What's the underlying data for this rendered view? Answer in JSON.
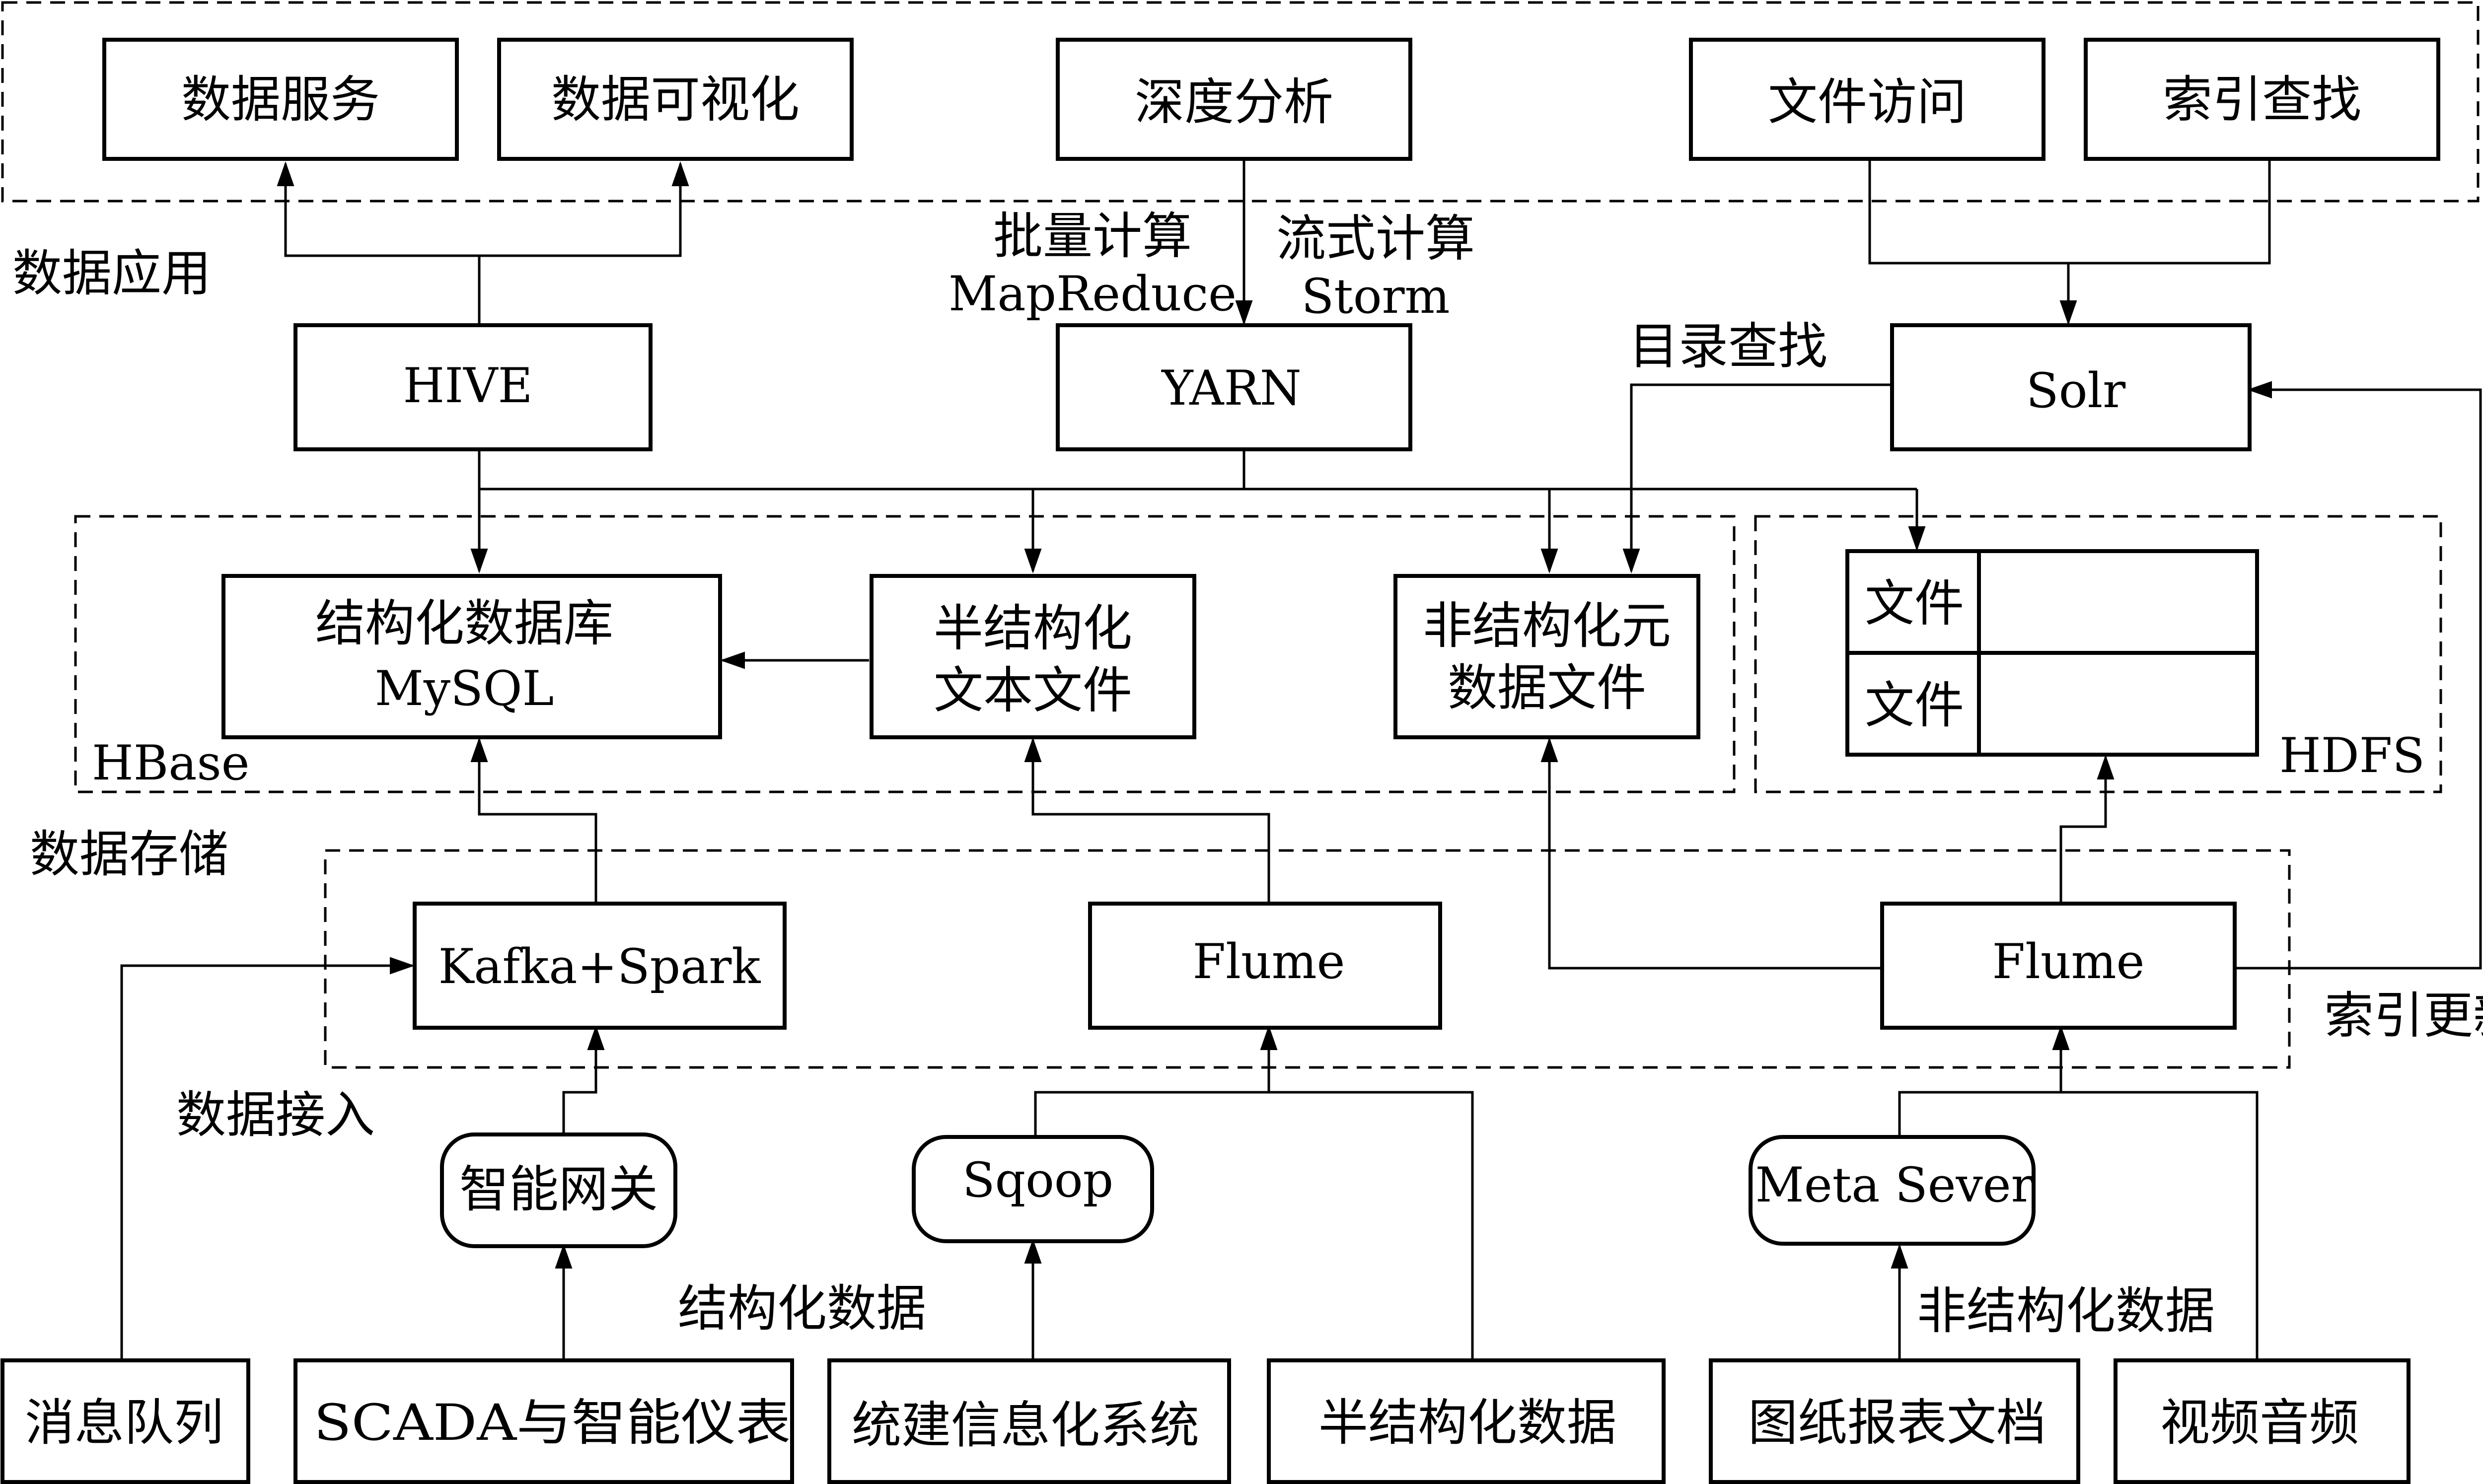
{
  "layers": {
    "application": "数据应用",
    "storage": "数据存储",
    "ingestion": "数据接入"
  },
  "apps": {
    "data_service": "数据服务",
    "data_visualization": "数据可视化",
    "deep_analysis": "深度分析",
    "file_access": "文件访问",
    "index_search": "索引查找"
  },
  "compute": {
    "hive": "HIVE",
    "yarn": "YARN",
    "solr": "Solr",
    "batch_label": "批量计算",
    "batch_engine": "MapReduce",
    "stream_label": "流式计算",
    "stream_engine": "Storm",
    "catalog_search": "目录查找"
  },
  "storage": {
    "hbase": "HBase",
    "hdfs": "HDFS",
    "structured_db_line1": "结构化数据库",
    "structured_db_line2": "MySQL",
    "semi_structured_line1": "半结构化",
    "semi_structured_line2": "文本文件",
    "unstructured_meta_line1": "非结构化元",
    "unstructured_meta_line2": "数据文件",
    "file_1": "文件",
    "file_2": "文件"
  },
  "ingestion": {
    "kafka_spark": "Kafka+Spark",
    "flume_middle": "Flume",
    "flume_right": "Flume",
    "index_update": "索引更新",
    "smart_gateway": "智能网关",
    "sqoop": "Sqoop",
    "meta_server": "Meta Sever",
    "structured_data": "结构化数据",
    "unstructured_data": "非结构化数据"
  },
  "sources": {
    "message_queue": "消息队列",
    "scada": "SCADA与智能仪表",
    "mis": "统建信息化系统",
    "semi_structured_data": "半结构化数据",
    "drawings_reports": "图纸报表文档",
    "video_audio": "视频音频"
  }
}
